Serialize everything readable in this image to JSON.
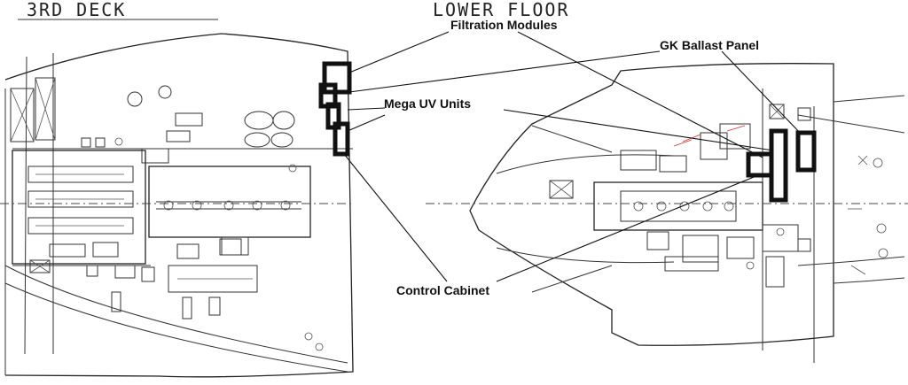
{
  "plans": {
    "left_title": "3RD DECK",
    "right_title": "LOWER   FLOOR"
  },
  "callouts": {
    "filtration_modules": "Filtration Modules",
    "gk_ballast_panel": "GK Ballast Panel",
    "mega_uv_units": "Mega UV Units",
    "control_cabinet": "Control Cabinet"
  },
  "colors": {
    "equipment_outline": "#111111",
    "drawing_line": "#333333",
    "background": "#ffffff"
  }
}
